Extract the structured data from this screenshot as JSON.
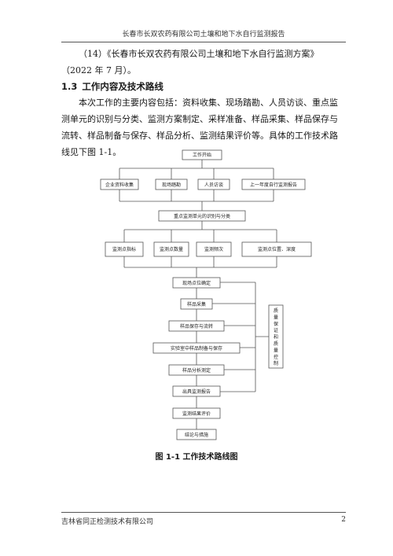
{
  "header": {
    "title": "长春市长双农药有限公司土壤和地下水自行监测报告"
  },
  "body": {
    "ref_item": "（14）《长春市长双农药有限公司土壤和地下水自行监测方案》（2022 年 7 月）。",
    "section_number": "1.3",
    "section_title": "工作内容及技术路线",
    "paragraph": "本次工作的主要内容包括：资料收集、现场踏勘、人员访谈、重点监测单元的识别与分类、监测方案制定、采样准备、样品采集、样品保存与流转、样品制备与保存、样品分析、监测结果评价等。具体的工作技术路线见下图 1-1。"
  },
  "flowchart": {
    "start": "工作开始",
    "stage1": [
      "企业资料收集",
      "现场踏勘",
      "人员访谈",
      "上一年度自行监测报告"
    ],
    "identify": "重点监测单元的识别与分类",
    "stage2": [
      "监测点指标",
      "监测点数量",
      "监测频次",
      "监测点位置、深度"
    ],
    "steps": [
      "现场点位确定",
      "样品采集",
      "样品保存与流转",
      "实验室中样品制备与保存",
      "样品分析测定",
      "出具监测报告",
      "监测结果评价",
      "结论与措施"
    ],
    "qc": "质量保证和质量控制"
  },
  "caption": "图 1-1  工作技术路线图",
  "footer": {
    "company": "吉林省同正检测技术有限公司",
    "page_number": "2"
  }
}
